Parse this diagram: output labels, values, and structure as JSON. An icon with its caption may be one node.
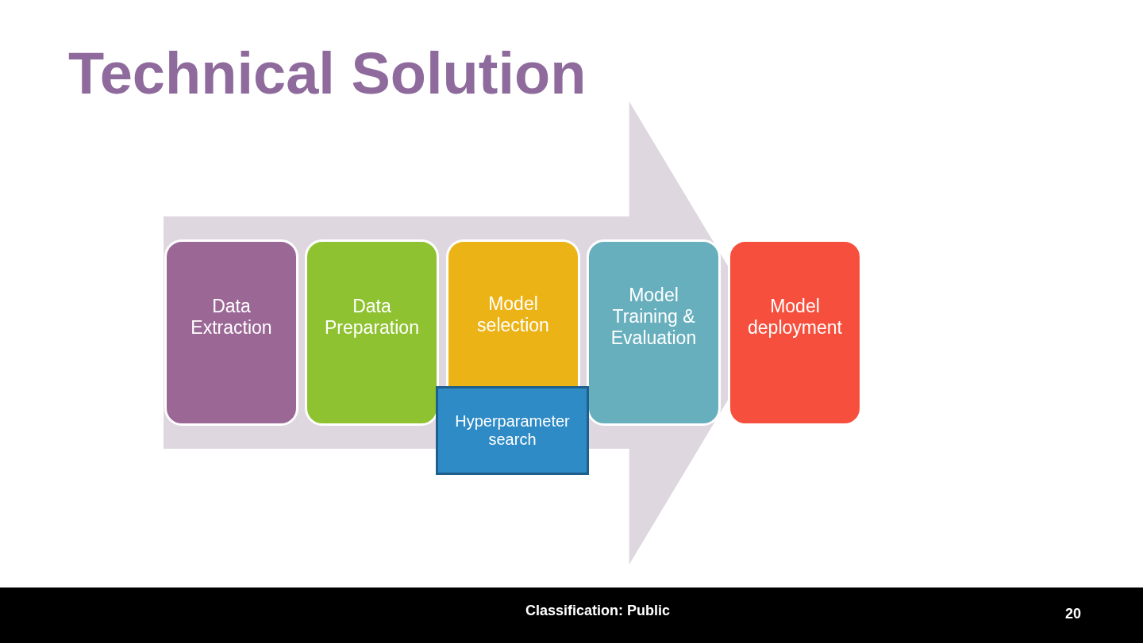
{
  "diagram": {
    "title": "Technical Solution",
    "nodes": [
      {
        "text": [
          "Data Extraction"
        ]
      },
      {
        "text": [
          "Data Preparation"
        ]
      },
      {
        "text": [
          "Model selection"
        ]
      },
      {
        "text": [
          "Model Training & Evaluation"
        ]
      },
      {
        "text": [
          "Model deployment"
        ]
      },
      {
        "text": [
          "Hyperparameter search"
        ]
      }
    ],
    "edges": [
      {
        "from": 0,
        "to": 4,
        "arrow": "to"
      }
    ],
    "labels": [
      "Classification: Public",
      "20"
    ]
  }
}
